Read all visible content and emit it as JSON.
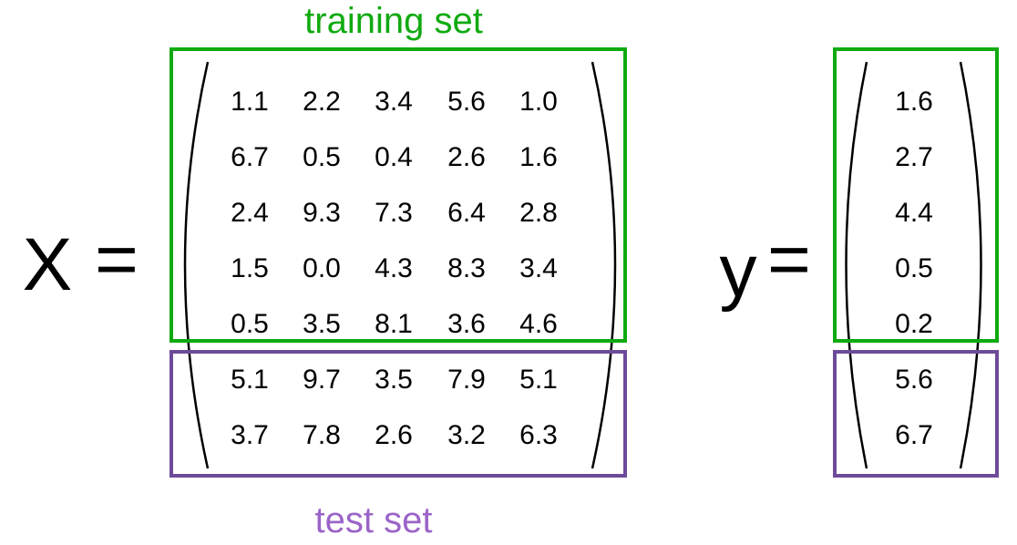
{
  "labels": {
    "training": "training set",
    "test": "test set"
  },
  "matrix_x": {
    "name": "X",
    "equals": "=",
    "rows": [
      [
        "1.1",
        "2.2",
        "3.4",
        "5.6",
        "1.0"
      ],
      [
        "6.7",
        "0.5",
        "0.4",
        "2.6",
        "1.6"
      ],
      [
        "2.4",
        "9.3",
        "7.3",
        "6.4",
        "2.8"
      ],
      [
        "1.5",
        "0.0",
        "4.3",
        "8.3",
        "3.4"
      ],
      [
        "0.5",
        "3.5",
        "8.1",
        "3.6",
        "4.6"
      ],
      [
        "5.1",
        "9.7",
        "3.5",
        "7.9",
        "5.1"
      ],
      [
        "3.7",
        "7.8",
        "2.6",
        "3.2",
        "6.3"
      ]
    ]
  },
  "vector_y": {
    "name": "y",
    "equals": "=",
    "values": [
      "1.6",
      "2.7",
      "4.4",
      "0.5",
      "0.2",
      "5.6",
      "6.7"
    ]
  },
  "split": {
    "training_rows": 5,
    "test_rows": 2
  },
  "colors": {
    "training": "#10aa10",
    "test": "#6d4b9a",
    "test_label": "#9b64c8",
    "text": "#000000"
  }
}
